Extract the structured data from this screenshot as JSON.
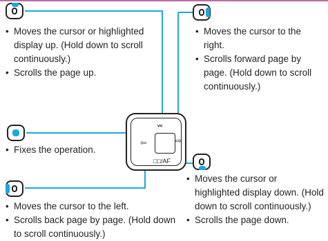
{
  "colors": {
    "accent": "#1aa8e0",
    "top_bar": "#c06aa5",
    "text": "#231f20"
  },
  "device": {
    "top_label": "ᵥᵥ",
    "bottom_label": "□□/AF",
    "left_icon": "page-back-icon",
    "right_icon": "page-forward-icon"
  },
  "keys": {
    "up": {
      "icon": "up-key-icon",
      "lines": [
        "Moves the cursor or highlighted display up. (Hold down to scroll continuously.)",
        "Scrolls the page up."
      ]
    },
    "right": {
      "icon": "right-key-icon",
      "lines": [
        "Moves the cursor to the right.",
        "Scrolls forward page by page. (Hold down to scroll continuously.)"
      ]
    },
    "center": {
      "icon": "enter-key-icon",
      "lines": [
        "Fixes the operation."
      ]
    },
    "left": {
      "icon": "left-key-icon",
      "lines": [
        "Moves the cursor to the left.",
        "Scrolls back page by page. (Hold down to scroll continuously.)"
      ]
    },
    "down": {
      "icon": "down-key-icon",
      "lines": [
        "Moves the cursor or highlighted display down. (Hold down to scroll continuously.)",
        "Scrolls the page down."
      ]
    }
  }
}
